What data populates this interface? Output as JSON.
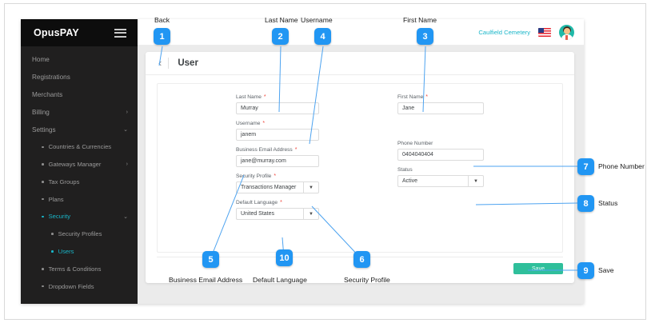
{
  "app": {
    "brand": "OpusPAY",
    "hamburger_icon": "hamburger-icon"
  },
  "sidebar": {
    "items": [
      {
        "label": "Home",
        "level": 0,
        "chevron": "",
        "active": false
      },
      {
        "label": "Registrations",
        "level": 0,
        "chevron": "",
        "active": false
      },
      {
        "label": "Merchants",
        "level": 0,
        "chevron": "",
        "active": false
      },
      {
        "label": "Billing",
        "level": 0,
        "chevron": "chevron-right-icon",
        "active": false
      },
      {
        "label": "Settings",
        "level": 0,
        "chevron": "chevron-down-icon",
        "active": false
      },
      {
        "label": "Countries & Currencies",
        "level": 1,
        "chevron": "",
        "active": false
      },
      {
        "label": "Gateways Manager",
        "level": 1,
        "chevron": "chevron-right-icon",
        "active": false
      },
      {
        "label": "Tax Groups",
        "level": 1,
        "chevron": "",
        "active": false
      },
      {
        "label": "Plans",
        "level": 1,
        "chevron": "",
        "active": false
      },
      {
        "label": "Security",
        "level": 1,
        "chevron": "chevron-down-icon",
        "active": true
      },
      {
        "label": "Security Profiles",
        "level": 2,
        "chevron": "",
        "active": false
      },
      {
        "label": "Users",
        "level": 2,
        "chevron": "",
        "active": true
      },
      {
        "label": "Terms & Conditions",
        "level": 1,
        "chevron": "",
        "active": false
      },
      {
        "label": "Dropdown Fields",
        "level": 1,
        "chevron": "",
        "active": false
      }
    ]
  },
  "topbar": {
    "org_name": "Caulfield Cemetery",
    "flag_icon": "us-flag-icon",
    "avatar_icon": "user-avatar-icon"
  },
  "page": {
    "title": "User",
    "back_icon": "chevron-left-icon"
  },
  "form": {
    "required_marker": "*",
    "left_fields": [
      {
        "label": "Last Name",
        "required": true,
        "type": "text",
        "value": "Murray"
      },
      {
        "label": "Username",
        "required": true,
        "type": "text",
        "value": "janem"
      },
      {
        "label": "Business Email Address",
        "required": true,
        "type": "text",
        "value": "jane@murray.com"
      },
      {
        "label": "Security Profile",
        "required": true,
        "type": "select",
        "value": "Transactions Manager"
      },
      {
        "label": "Default Language",
        "required": true,
        "type": "select",
        "value": "United States"
      }
    ],
    "right_fields": [
      {
        "label": "First Name",
        "required": true,
        "type": "text",
        "value": "Jane"
      },
      {
        "label": "Phone Number",
        "required": false,
        "type": "text",
        "value": "0404040404"
      },
      {
        "label": "Status",
        "required": false,
        "type": "select",
        "value": "Active"
      }
    ],
    "save_label": "Save"
  },
  "annotations": [
    {
      "number": "1",
      "label": "Back"
    },
    {
      "number": "2",
      "label": "Last Name"
    },
    {
      "number": "4",
      "label": "Username"
    },
    {
      "number": "3",
      "label": "First Name"
    },
    {
      "number": "7",
      "label": "Phone Number"
    },
    {
      "number": "8",
      "label": "Status"
    },
    {
      "number": "9",
      "label": "Save"
    },
    {
      "number": "5",
      "label": "Business Email Address"
    },
    {
      "number": "10",
      "label": "Default Language"
    },
    {
      "number": "6",
      "label": "Security Profile"
    }
  ],
  "colors": {
    "accent_blue": "#2196f3",
    "sidebar_bg": "#201f1f",
    "active_teal": "#19b6c9",
    "save_green": "#2fbf9b",
    "required_red": "#f0443a"
  }
}
